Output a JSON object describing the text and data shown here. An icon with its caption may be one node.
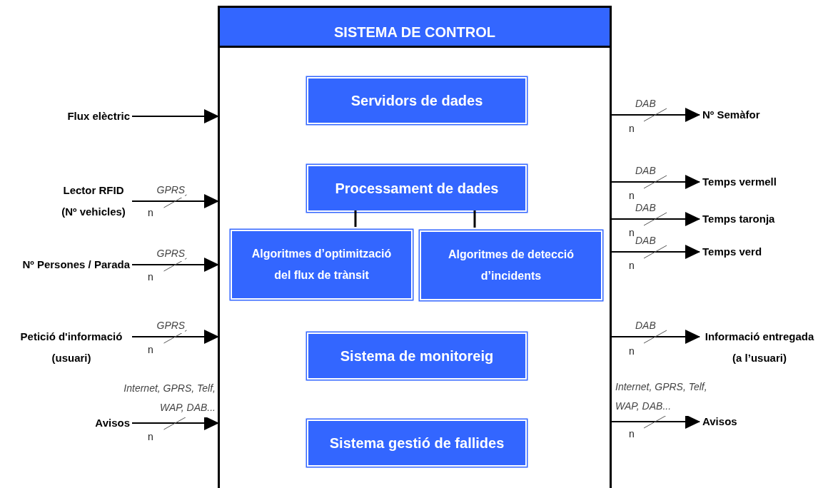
{
  "diagram": {
    "nodes": [
      {
        "text": [
          "SISTEMA DE CONTROL"
        ]
      },
      {
        "text": [
          "Servidors de dades"
        ],
        "in": 0
      },
      {
        "text": [
          "Processament de dades"
        ],
        "in": 0
      },
      {
        "text": [
          "Algoritmes d’optimització del flux de trànsit"
        ],
        "in": 0
      },
      {
        "text": [
          "Algoritmes de detecció d’incidents"
        ],
        "in": 0
      },
      {
        "text": [
          "Sistema de monitoreig"
        ],
        "in": 0
      },
      {
        "text": [
          "Sistema gestió de fallides"
        ],
        "in": 0
      },
      {
        "text": [
          "Flux elèctric"
        ]
      },
      {
        "text": [
          "Lector RFID (Nº vehicles)"
        ]
      },
      {
        "text": [
          "Nº Persones / Parada"
        ]
      },
      {
        "text": [
          "Petició d'informació (usuari)"
        ]
      },
      {
        "text": [
          "Avisos"
        ]
      },
      {
        "text": [
          "Nº Semàfor"
        ]
      },
      {
        "text": [
          "Temps vermell"
        ]
      },
      {
        "text": [
          "Temps taronja"
        ]
      },
      {
        "text": [
          "Temps verd"
        ]
      },
      {
        "text": [
          "Informació entregada (a l’usuari)"
        ]
      },
      {
        "text": [
          "Avisos"
        ]
      }
    ],
    "edges": [
      {
        "from": 7,
        "to": 0,
        "arrow": "to"
      },
      {
        "from": 8,
        "to": 0,
        "arrow": "to",
        "label": "GPRS"
      },
      {
        "from": 9,
        "to": 0,
        "arrow": "to",
        "label": "GPRS"
      },
      {
        "from": 10,
        "to": 0,
        "arrow": "to",
        "label": "GPRS"
      },
      {
        "from": 11,
        "to": 0,
        "arrow": "to",
        "label": "Internet, GPRS, Telf, WAP, DAB..."
      },
      {
        "from": 0,
        "to": 12,
        "arrow": "to",
        "label": "DAB"
      },
      {
        "from": 0,
        "to": 13,
        "arrow": "to",
        "label": "DAB"
      },
      {
        "from": 0,
        "to": 14,
        "arrow": "to",
        "label": "DAB"
      },
      {
        "from": 0,
        "to": 15,
        "arrow": "to",
        "label": "DAB"
      },
      {
        "from": 0,
        "to": 16,
        "arrow": "to",
        "label": "DAB"
      },
      {
        "from": 0,
        "to": 17,
        "arrow": "to",
        "label": "Internet, GPRS, Telf, WAP, DAB..."
      },
      {
        "from": 2,
        "to": 3,
        "arrow": "none"
      },
      {
        "from": 2,
        "to": 4,
        "arrow": "none"
      }
    ],
    "labels": [
      "n",
      "n",
      "n",
      "n",
      "n",
      "n",
      "n",
      "n",
      "n",
      "n"
    ]
  }
}
